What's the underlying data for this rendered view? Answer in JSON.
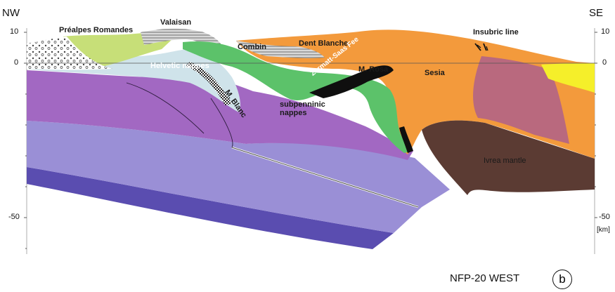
{
  "orientation": {
    "left": "NW",
    "right": "SE"
  },
  "depth_axis": {
    "ticks_left": [
      "10",
      "0",
      "-50"
    ],
    "ticks_right": [
      "10",
      "0",
      "-50"
    ],
    "unit": "[km]"
  },
  "labels": {
    "prealpes": "Préalpes Romandes",
    "valaisan": "Valaisan",
    "combin": "Combin",
    "dent_blanche": "Dent Blanche",
    "insubric": "Insubric line",
    "helvetic": "Helvetic nappes",
    "zermatt": "Zermatt-Saas Fee",
    "mrosa": "M. Rosa",
    "sesia": "Sesia",
    "mblanc": "M. Blanc",
    "subpenninic": "subpenninic\nnappes",
    "ivrea": "Ivrea mantle"
  },
  "panel": {
    "title": "NFP-20 WEST",
    "letter": "b"
  },
  "colors": {
    "purple_upper": "#a268c2",
    "purple_lower": "#9a8fd6",
    "purple_deep": "#5a4db0",
    "green": "#5cc26a",
    "lime": "#c7df78",
    "orange": "#f39a3c",
    "brown": "#5b3b33",
    "mauve": "#b9697e",
    "yellow": "#f5ef2a",
    "helvetic_blue": "#cfe3ea",
    "black": "#0f0f0f",
    "gray_hatch": "#b7b7b7"
  }
}
